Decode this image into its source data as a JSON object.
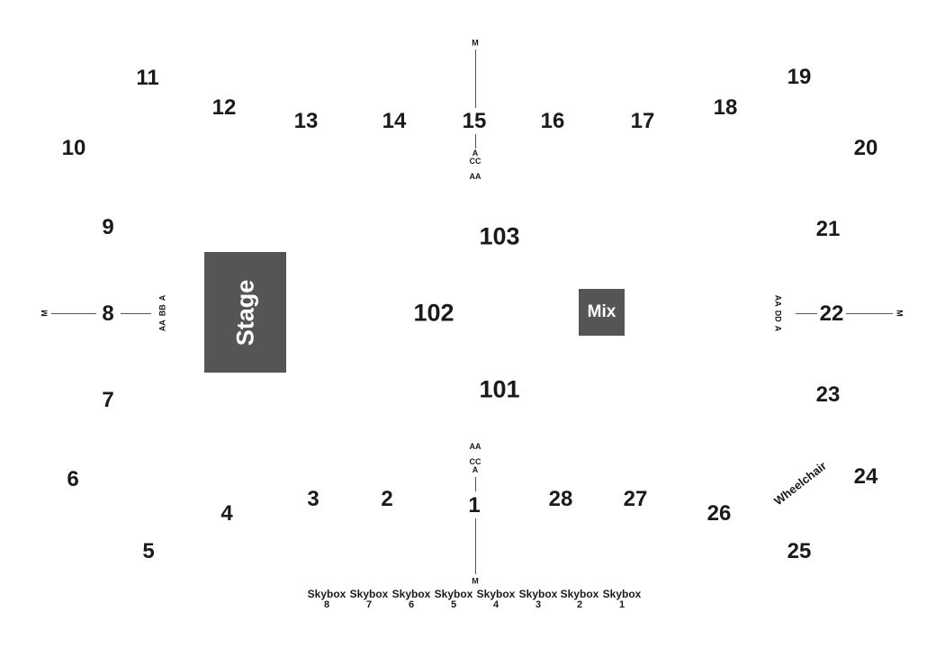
{
  "colors": {
    "stage_fill": "#555555",
    "mix_fill": "#555555",
    "text": "#1a1a1a",
    "background": "#ffffff"
  },
  "stage": {
    "label": "Stage"
  },
  "mix": {
    "label": "Mix"
  },
  "floor_sections": [
    "103",
    "102",
    "101"
  ],
  "sections": [
    "1",
    "2",
    "3",
    "4",
    "5",
    "6",
    "7",
    "8",
    "9",
    "10",
    "11",
    "12",
    "13",
    "14",
    "15",
    "16",
    "17",
    "18",
    "19",
    "20",
    "21",
    "22",
    "23",
    "24",
    "25",
    "26",
    "27",
    "28"
  ],
  "aisles": {
    "top": {
      "end": "M",
      "rows": [
        "A",
        "CC",
        "AA"
      ]
    },
    "bottom": {
      "end": "M",
      "rows": [
        "AA",
        "CC",
        "A"
      ]
    },
    "left": {
      "end": "M",
      "rows": [
        "A",
        "BB",
        "AA"
      ]
    },
    "right": {
      "end": "M",
      "rows": [
        "AA",
        "DD",
        "A"
      ]
    }
  },
  "skyboxes": [
    {
      "label": "Skybox",
      "number": "8"
    },
    {
      "label": "Skybox",
      "number": "7"
    },
    {
      "label": "Skybox",
      "number": "6"
    },
    {
      "label": "Skybox",
      "number": "5"
    },
    {
      "label": "Skybox",
      "number": "4"
    },
    {
      "label": "Skybox",
      "number": "3"
    },
    {
      "label": "Skybox",
      "number": "2"
    },
    {
      "label": "Skybox",
      "number": "1"
    }
  ],
  "wheelchair": {
    "label": "Wheelchair"
  }
}
